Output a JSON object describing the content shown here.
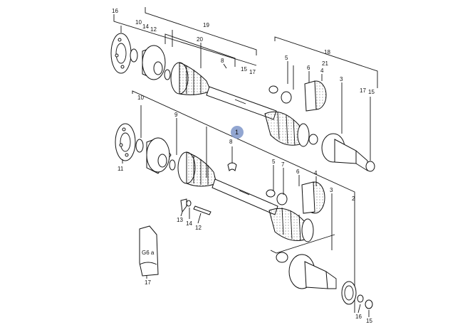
{
  "diagram": {
    "highlight_color": "#7f96c9",
    "highlighted_label": "1",
    "upper_shaft": {
      "labels": [
        "16",
        "10",
        "14",
        "12",
        "19",
        "20",
        "8",
        "15",
        "17",
        "18",
        "5",
        "21",
        "6",
        "4",
        "3",
        "17",
        "15"
      ]
    },
    "lower_shaft": {
      "labels": [
        "10",
        "9",
        "8",
        "11",
        "5",
        "7",
        "6",
        "4",
        "3",
        "2",
        "13",
        "14",
        "12",
        "17",
        "16",
        "15"
      ]
    },
    "grease_tube_text": "G6 a"
  }
}
